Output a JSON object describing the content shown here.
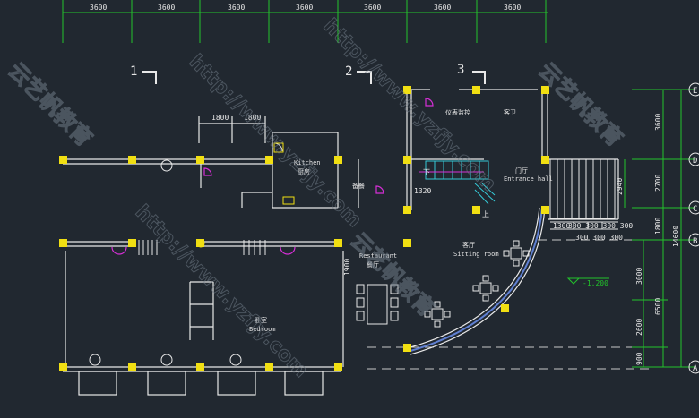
{
  "top_dimensions": [
    "3600",
    "3600",
    "3600",
    "3600",
    "3600",
    "3600",
    "3600"
  ],
  "kitchen_dims": [
    "1800",
    "1800"
  ],
  "view_marks": [
    "1",
    "2",
    "3"
  ],
  "rooms": {
    "kitchen_en": "Kitchen",
    "kitchen_cn": "厨房",
    "stair_cn": "备餐",
    "monitor_cn": "仪表监控",
    "guest_wc_cn": "客卫",
    "entrance_cn": "门厅",
    "entrance_en": "Entrance hall",
    "restaurant_en": "Restaurant",
    "restaurant_cn": "餐厅",
    "sitting_cn": "客厅",
    "sitting_en": "Sitting room",
    "bedroom_cn": "卧室",
    "bedroom_en": "Bedroom"
  },
  "stair_labels": {
    "down": "下",
    "up": "上"
  },
  "inner_dims": {
    "d1320": "1320",
    "d1900": "1900",
    "d1300": "1300",
    "d300": "300 300 300 300",
    "d300b": "300 300 300"
  },
  "level": "-1.200",
  "right_dims": [
    "3600",
    "2700",
    "1800",
    "3000",
    "2600",
    "900"
  ],
  "right_totals": [
    "14600",
    "6500"
  ],
  "side_dim": "2940",
  "axis_labels": [
    "E",
    "D",
    "C",
    "B",
    "A"
  ],
  "watermark": {
    "url": "http://www.yzfjy.com",
    "brand": "云艺帆教育"
  },
  "colors": {
    "background": "#212830",
    "dimension": "#22c32b",
    "column": "#f1df12",
    "wall": "#e8e8e8",
    "door": "#d62fd6",
    "stair_cyan": "#35c9d6",
    "curve": "#5f7fd0"
  }
}
